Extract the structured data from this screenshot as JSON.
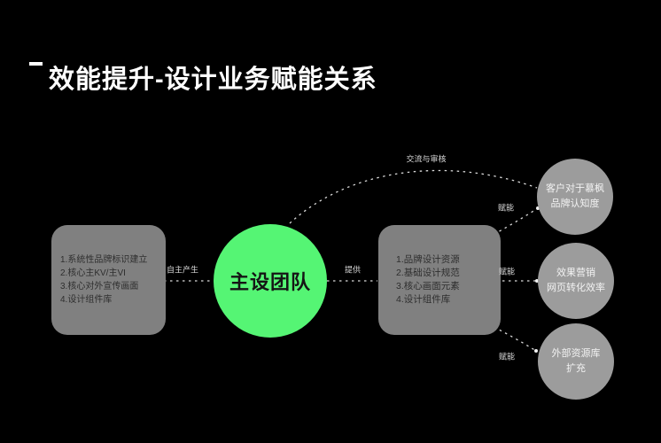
{
  "title": {
    "text": "效能提升-设计业务赋能关系"
  },
  "center_node": {
    "label": "主设团队",
    "color": "#55f574"
  },
  "left_box": {
    "items": [
      "1.系统性品牌标识建立",
      "2.核心主KV/主VI",
      "3.核心对外宣传画面",
      "4.设计组件库"
    ]
  },
  "right_box": {
    "items": [
      "1.品牌设计资源",
      "2.基础设计规范",
      "3.核心画面元素",
      "4.设计组件库"
    ]
  },
  "outcomes": [
    {
      "line1": "客户对于慕枫",
      "line2": "品牌认知度"
    },
    {
      "line1": "效果营销",
      "line2": "网页转化效率"
    },
    {
      "line1": "外部资源库",
      "line2": "扩充"
    }
  ],
  "edges": {
    "self_produce": "自主产生",
    "provide": "提供",
    "review": "交流与审核",
    "empower_top": "赋能",
    "empower_middle": "赋能",
    "empower_bottom": "赋能"
  },
  "colors": {
    "background": "#000000",
    "title_text": "#ffffff",
    "green_node": "#55f574",
    "gray_box": "#808080",
    "gray_circle": "#9c9c9c",
    "box_text": "#2e2e2e",
    "circle_text": "#f2f2f2",
    "edge_line": "#d9d9d9"
  }
}
